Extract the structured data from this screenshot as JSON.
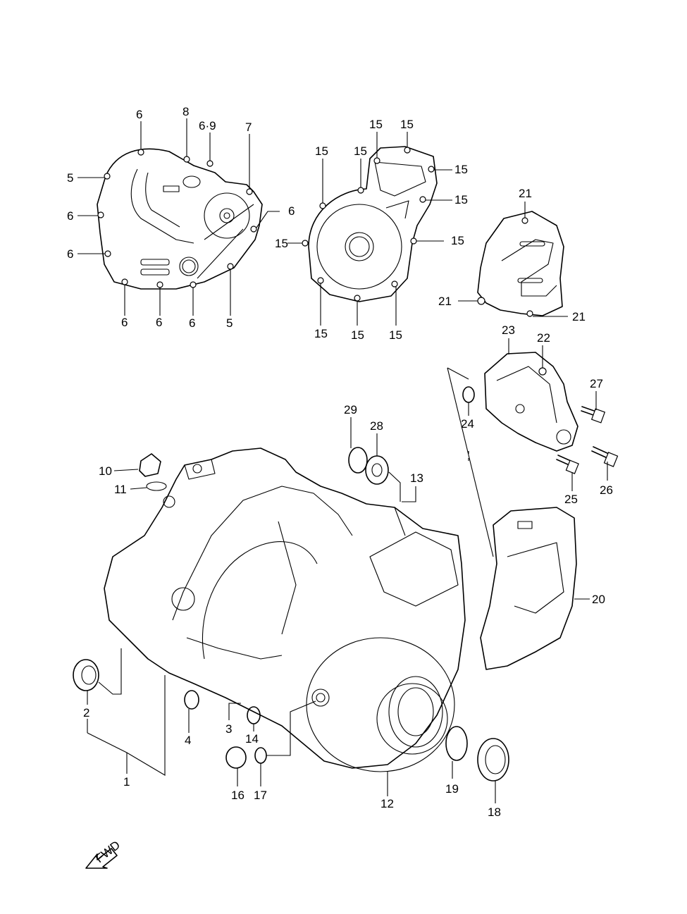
{
  "diagram": {
    "fwd_label": "FWD",
    "callouts": [
      {
        "id": "c6a",
        "text": "6"
      },
      {
        "id": "c8",
        "text": "8"
      },
      {
        "id": "c69",
        "text": "6·9"
      },
      {
        "id": "c7",
        "text": "7"
      },
      {
        "id": "c5a",
        "text": "5"
      },
      {
        "id": "c6b",
        "text": "6"
      },
      {
        "id": "c6c",
        "text": "6"
      },
      {
        "id": "c6d",
        "text": "6"
      },
      {
        "id": "c6e",
        "text": "6"
      },
      {
        "id": "c6f",
        "text": "6"
      },
      {
        "id": "c6g",
        "text": "6"
      },
      {
        "id": "c5b",
        "text": "5"
      },
      {
        "id": "c15a",
        "text": "15"
      },
      {
        "id": "c15b",
        "text": "15"
      },
      {
        "id": "c15c",
        "text": "15"
      },
      {
        "id": "c15d",
        "text": "15"
      },
      {
        "id": "c15e",
        "text": "15"
      },
      {
        "id": "c15f",
        "text": "15"
      },
      {
        "id": "c15g",
        "text": "15"
      },
      {
        "id": "c15h",
        "text": "15"
      },
      {
        "id": "c15i",
        "text": "15"
      },
      {
        "id": "c15j",
        "text": "15"
      },
      {
        "id": "c15k",
        "text": "15"
      },
      {
        "id": "c21a",
        "text": "21"
      },
      {
        "id": "c21b",
        "text": "21"
      },
      {
        "id": "c21c",
        "text": "21"
      },
      {
        "id": "c23",
        "text": "23"
      },
      {
        "id": "c22",
        "text": "22"
      },
      {
        "id": "c27",
        "text": "27"
      },
      {
        "id": "c24",
        "text": "24"
      },
      {
        "id": "c25",
        "text": "25"
      },
      {
        "id": "c26",
        "text": "26"
      },
      {
        "id": "c29",
        "text": "29"
      },
      {
        "id": "c28",
        "text": "28"
      },
      {
        "id": "c13",
        "text": "13"
      },
      {
        "id": "c10",
        "text": "10"
      },
      {
        "id": "c11",
        "text": "11"
      },
      {
        "id": "c20",
        "text": "20"
      },
      {
        "id": "c2",
        "text": "2"
      },
      {
        "id": "c4",
        "text": "4"
      },
      {
        "id": "c3",
        "text": "3"
      },
      {
        "id": "c14",
        "text": "14"
      },
      {
        "id": "c1",
        "text": "1"
      },
      {
        "id": "c16",
        "text": "16"
      },
      {
        "id": "c17",
        "text": "17"
      },
      {
        "id": "c12",
        "text": "12"
      },
      {
        "id": "c19",
        "text": "19"
      },
      {
        "id": "c18",
        "text": "18"
      }
    ]
  }
}
